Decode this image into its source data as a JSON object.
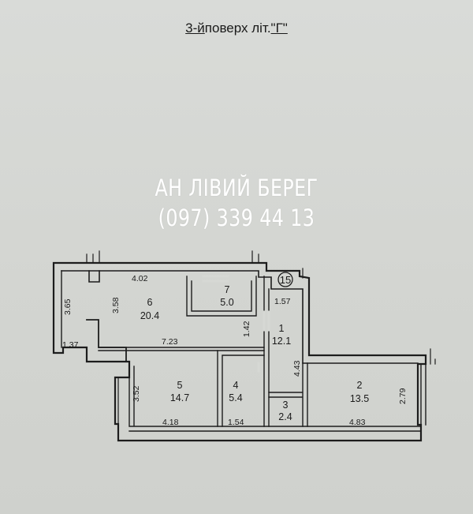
{
  "title": {
    "floor": "3-й",
    "middle": " поверх літ. ",
    "letter": "\"Г\""
  },
  "watermark": {
    "agency": "АН ЛІВИЙ БЕРЕГ",
    "phone": "(097) 339 44 13"
  },
  "marker": "15",
  "rooms": [
    {
      "num": "1",
      "area": "12.1"
    },
    {
      "num": "2",
      "area": "13.5"
    },
    {
      "num": "3",
      "area": "2.4"
    },
    {
      "num": "4",
      "area": "5.4"
    },
    {
      "num": "5",
      "area": "14.7"
    },
    {
      "num": "6",
      "area": "20.4"
    },
    {
      "num": "7",
      "area": "5.0"
    }
  ],
  "dimensions": [
    "4.02",
    "3.65",
    "3.58",
    "1.37",
    "7.23",
    "1.42",
    "1.57",
    "4.43",
    "3.52",
    "4.18",
    "1.54",
    "4.83",
    "2.79"
  ],
  "colors": {
    "wall": "#1d1d1d",
    "paper": "#d6d8d4",
    "text": "#1a1a1a"
  }
}
